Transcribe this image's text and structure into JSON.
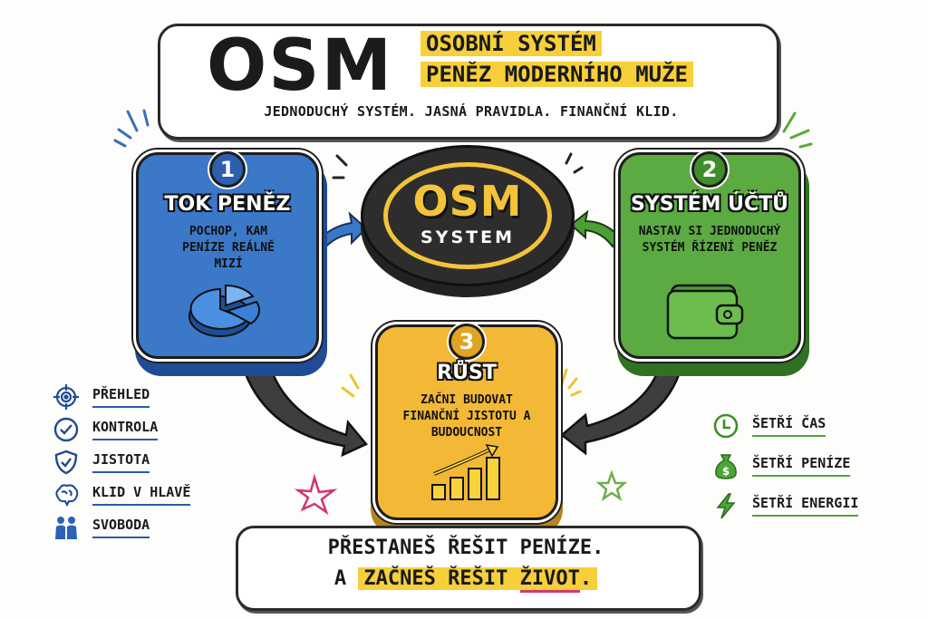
{
  "header": {
    "logo": "OSM",
    "title_line1": "OSOBNÍ SYSTÉM",
    "title_line2": "PENĚZ MODERNÍHO MUŽE",
    "tagline": "JEDNODUCHÝ SYSTÉM. JASNÁ PRAVIDLA. FINANČNÍ KLID."
  },
  "center": {
    "logo": "OSM",
    "subtitle": "SYSTEM"
  },
  "steps": [
    {
      "number": "1",
      "title": "TOK PENĚZ",
      "text": "POCHOP, KAM PENÍZE REÁLNĚ MIZÍ",
      "icon": "pie-chart-icon",
      "color": "#3b78c8"
    },
    {
      "number": "2",
      "title": "SYSTÉM ÚČTŮ",
      "text": "NASTAV SI JEDNODUCHÝ SYSTÉM ŘÍZENÍ PENĚZ",
      "icon": "wallet-icon",
      "color": "#5cab42"
    },
    {
      "number": "3",
      "title": "RŮST",
      "text": "ZAČNI BUDOVAT FINANČNÍ JISTOTU A BUDOUCNOST",
      "icon": "growth-chart-icon",
      "color": "#f2b836"
    }
  ],
  "benefits_left": [
    {
      "label": "PŘEHLED",
      "icon": "target-icon"
    },
    {
      "label": "KONTROLA",
      "icon": "check-circle-icon"
    },
    {
      "label": "JISTOTA",
      "icon": "shield-check-icon"
    },
    {
      "label": "KLID V HLAVĚ",
      "icon": "brain-icon"
    },
    {
      "label": "SVOBODA",
      "icon": "people-icon"
    }
  ],
  "benefits_right": [
    {
      "label": "ŠETŘÍ ČAS",
      "icon": "clock-icon"
    },
    {
      "label": "ŠETŘÍ PENÍZE",
      "icon": "money-bag-icon"
    },
    {
      "label": "ŠETŘÍ ENERGII",
      "icon": "lightning-icon"
    }
  ],
  "footer": {
    "line1": "PŘESTANEŠ ŘEŠIT PENÍZE.",
    "line2_prefix": "A",
    "line2_highlight": "ZAČNEŠ ŘEŠIT",
    "line2_emphasis": "ŽIVOT",
    "line2_end": "."
  },
  "colors": {
    "blue": "#3b78c8",
    "green": "#5cab42",
    "yellow": "#f2b836",
    "highlight": "#f6cf3a",
    "pink": "#d23a6d",
    "dark": "#2d2d2d"
  }
}
